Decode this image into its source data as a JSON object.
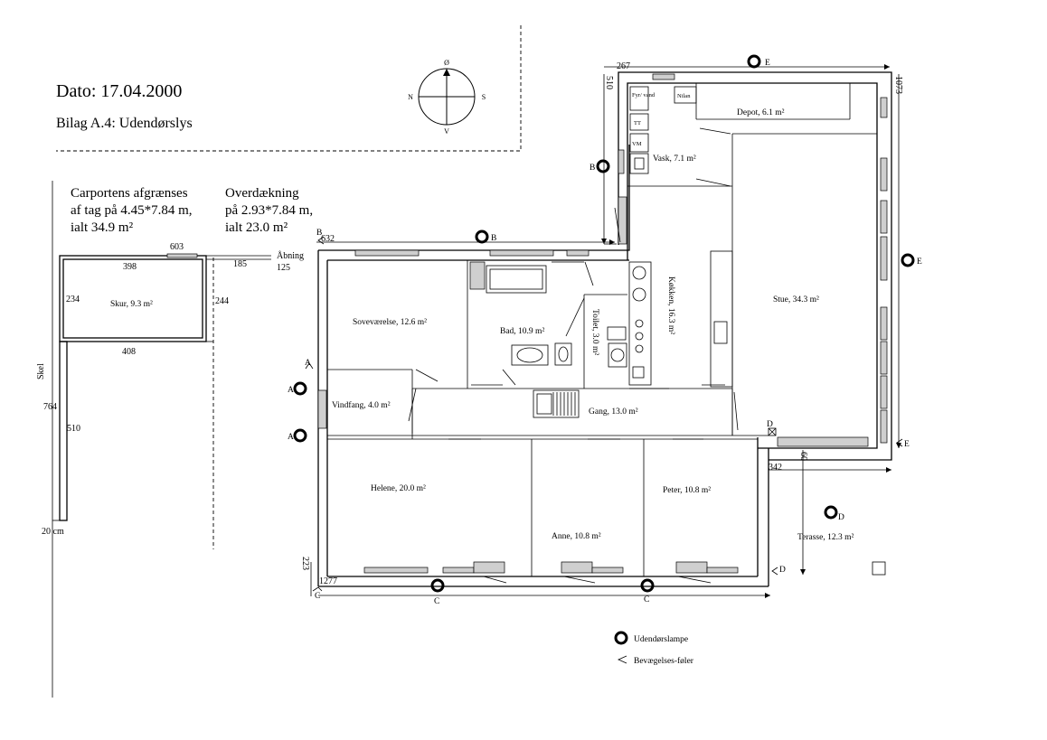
{
  "header": {
    "date": "Dato: 17.04.2000",
    "subtitle": "Bilag A.4: Udendørslys"
  },
  "notes": {
    "carport": [
      "Carportens afgrænses",
      "af tag på 4.45*7.84 m,",
      "ialt 34.9 m²"
    ],
    "overdaekning": [
      "Overdækning",
      "på 2.93*7.84 m,",
      "ialt 23.0 m²"
    ]
  },
  "compass": {
    "n": "N",
    "s": "S",
    "o": "Ø",
    "v": "V"
  },
  "rooms": {
    "skur": "Skur, 9.3 m²",
    "sovevaerelse": "Soveværelse, 12.6 m²",
    "bad": "Bad, 10.9 m²",
    "toilet": "Toilet, 3.0 m²",
    "koekken": "Køkken, 16.3 m²",
    "stue": "Stue, 34.3 m²",
    "depot": "Depot, 6.1 m²",
    "vask": "Vask, 7.1 m²",
    "vindfang": "Vindfang, 4.0 m²",
    "gang": "Gang, 13.0 m²",
    "helene": "Helene, 20.0 m²",
    "anne": "Anne, 10.8 m²",
    "peter": "Peter, 10.8 m²",
    "terasse": "Terasse, 12.3 m²"
  },
  "fixtures": {
    "fyr": "Fyr/ vand",
    "nilan": "Nilan",
    "tt": "TT",
    "vm": "VM"
  },
  "dimensions": {
    "d603": "603",
    "d398": "398",
    "d185": "185",
    "d125": "125",
    "abning": "Åbning",
    "d234": "234",
    "d244": "244",
    "d408": "408",
    "d764": "764",
    "d510": "510",
    "d20cm": "20 cm",
    "skel": "Skel",
    "d267": "267",
    "d510b": "510",
    "d1073": "1073",
    "d632": "632",
    "d342": "342",
    "d60": "60",
    "d223": "223",
    "d1277": "1277"
  },
  "lamps": {
    "a": "A",
    "b": "B",
    "c": "C",
    "d": "D",
    "e": "E"
  },
  "legend": {
    "lamp": "Udendørslampe",
    "sensor": "Bevægelses-føler"
  }
}
